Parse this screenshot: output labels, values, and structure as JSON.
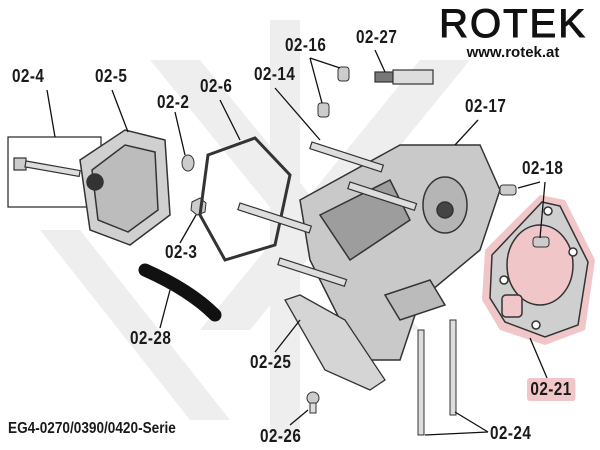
{
  "brand": {
    "logo_text": "ROTEK",
    "url": "www.rotek.at"
  },
  "series_label": "EG4-0270/0390/0420-Serie",
  "parts": [
    {
      "id": "02-4"
    },
    {
      "id": "02-5"
    },
    {
      "id": "02-2"
    },
    {
      "id": "02-6"
    },
    {
      "id": "02-14"
    },
    {
      "id": "02-16"
    },
    {
      "id": "02-27"
    },
    {
      "id": "02-17"
    },
    {
      "id": "02-18"
    },
    {
      "id": "02-3"
    },
    {
      "id": "02-28"
    },
    {
      "id": "02-25"
    },
    {
      "id": "02-26"
    },
    {
      "id": "02-24"
    },
    {
      "id": "02-21",
      "highlighted": true
    }
  ],
  "colors": {
    "highlight": "#f1c6c8",
    "part_fill": "#c9c9c9",
    "outline": "#222222",
    "watermark": "#ececec"
  }
}
